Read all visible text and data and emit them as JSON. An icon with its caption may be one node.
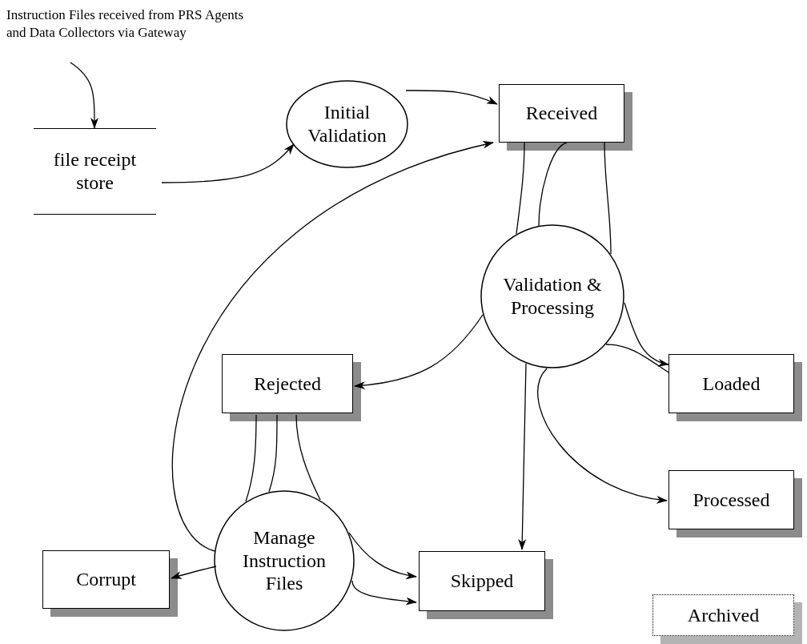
{
  "diagram": {
    "nodes": [
      {
        "text": [
          "Instruction Files received from PRS Agents and Data Collectors via Gateway"
        ]
      },
      {
        "text": [
          "file receipt store"
        ]
      },
      {
        "text": [
          "Initial Validation"
        ]
      },
      {
        "text": [
          "Received"
        ]
      },
      {
        "text": [
          "Validation & Processing"
        ]
      },
      {
        "text": [
          "Rejected"
        ]
      },
      {
        "text": [
          "Loaded"
        ]
      },
      {
        "text": [
          "Processed"
        ]
      },
      {
        "text": [
          "Manage Instruction Files"
        ]
      },
      {
        "text": [
          "Corrupt"
        ]
      },
      {
        "text": [
          "Skipped"
        ]
      },
      {
        "text": [
          "Archived"
        ]
      }
    ],
    "edges": [
      {
        "from": 0,
        "to": 1,
        "arrow": "to"
      },
      {
        "from": 1,
        "to": 2,
        "arrow": "to"
      },
      {
        "from": 2,
        "to": 3,
        "arrow": "to"
      },
      {
        "from": 8,
        "to": 3,
        "arrow": "to"
      },
      {
        "from": 3,
        "to": 4,
        "arrow": "none"
      },
      {
        "from": 3,
        "to": 4,
        "arrow": "none"
      },
      {
        "from": 3,
        "to": 4,
        "arrow": "none"
      },
      {
        "from": 4,
        "to": 5,
        "arrow": "to"
      },
      {
        "from": 4,
        "to": 6,
        "arrow": "to"
      },
      {
        "from": 6,
        "to": 4,
        "arrow": "none"
      },
      {
        "from": 4,
        "to": 7,
        "arrow": "to"
      },
      {
        "from": 4,
        "to": 10,
        "arrow": "to"
      },
      {
        "from": 5,
        "to": 8,
        "arrow": "none"
      },
      {
        "from": 5,
        "to": 8,
        "arrow": "none"
      },
      {
        "from": 5,
        "to": 8,
        "arrow": "none"
      },
      {
        "from": 8,
        "to": 9,
        "arrow": "to"
      },
      {
        "from": 8,
        "to": 10,
        "arrow": "to"
      },
      {
        "from": 8,
        "to": 10,
        "arrow": "to"
      }
    ]
  }
}
